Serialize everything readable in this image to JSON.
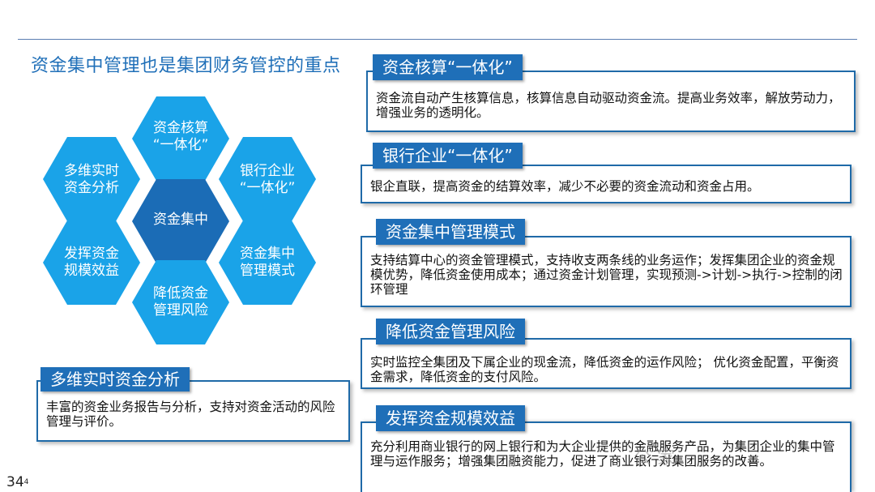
{
  "title": "资金集中管理也是集团财务管控的重点",
  "page_number": "34",
  "page_number_suffix": "4",
  "watermark": "公 家",
  "colors": {
    "hex_light": "#1aa3e8",
    "hex_center": "#1b6cb6",
    "tag_bg": "#1f6fb8",
    "border": "#1f6aa8",
    "title": "#1f6fb8"
  },
  "hexagons": {
    "center": "资金集中",
    "top": "资金核算\n“一体化”",
    "upper_right": "银行企业\n“一体化”",
    "lower_right": "资金集中\n管理模式",
    "bottom": "降低资金\n管理风险",
    "lower_left": "发挥资金\n规模效益",
    "upper_left": "多维实时\n资金分析"
  },
  "cards": [
    {
      "tag": "资金核算“一体化”",
      "text": "资金流自动产生核算信息，核算信息自动驱动资金流。提高业务效率，解放劳动力，增强业务的透明化。"
    },
    {
      "tag": "银行企业“一体化”",
      "text": "银企直联，提高资金的结算效率，减少不必要的资金流动和资金占用。"
    },
    {
      "tag": "资金集中管理模式",
      "text": "支持结算中心的资金管理模式，支持收支两条线的业务运作；发挥集团企业的资金规模优势，降低资金使用成本；通过资金计划管理，实现预测->计划->执行->控制的闭环管理"
    },
    {
      "tag": "降低资金管理风险",
      "text": "实时监控全集团及下属企业的现金流，降低资金的运作风险； 优化资金配置，平衡资金需求，降低资金的支付风险。"
    },
    {
      "tag": "发挥资金规模效益",
      "text": "充分利用商业银行的网上银行和为大企业提供的金融服务产品，为集团企业的集中管理与运作服务；增强集团融资能力，促进了商业银行对集团服务的改善。"
    }
  ],
  "left_card": {
    "tag": "多维实时资金分析",
    "text": "丰富的资金业务报告与分析，支持对资金活动的风险管理与评价。"
  }
}
